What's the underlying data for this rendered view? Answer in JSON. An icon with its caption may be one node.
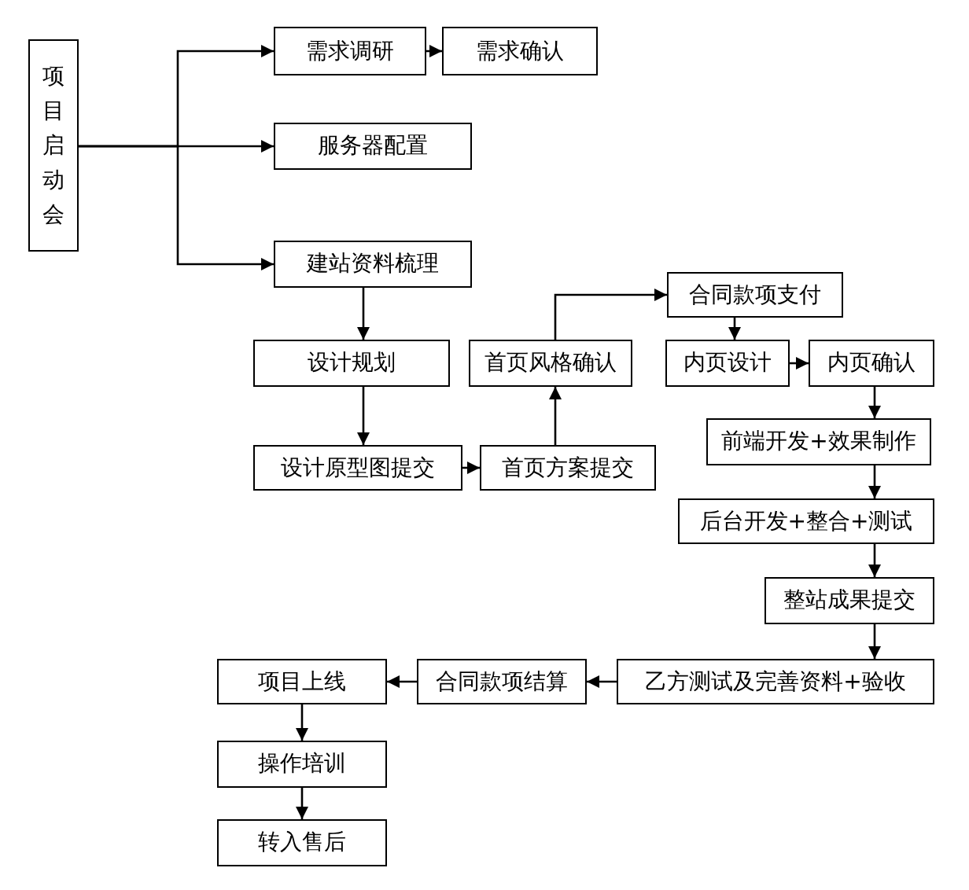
{
  "diagram": {
    "nodes": [
      {
        "text": [
          "项目启动会"
        ]
      },
      {
        "text": [
          "需求调研"
        ]
      },
      {
        "text": [
          "需求确认"
        ]
      },
      {
        "text": [
          "服务器配置"
        ]
      },
      {
        "text": [
          "建站资料梳理"
        ]
      },
      {
        "text": [
          "设计规划"
        ]
      },
      {
        "text": [
          "设计原型图提交"
        ]
      },
      {
        "text": [
          "首页方案提交"
        ]
      },
      {
        "text": [
          "首页风格确认"
        ]
      },
      {
        "text": [
          "合同款项支付"
        ]
      },
      {
        "text": [
          "内页设计"
        ]
      },
      {
        "text": [
          "内页确认"
        ]
      },
      {
        "text": [
          "前端开发+效果制作"
        ]
      },
      {
        "text": [
          "后台开发+整合+测试"
        ]
      },
      {
        "text": [
          "整站成果提交"
        ]
      },
      {
        "text": [
          "乙方测试及完善资料+验收"
        ]
      },
      {
        "text": [
          "合同款项结算"
        ]
      },
      {
        "text": [
          "项目上线"
        ]
      },
      {
        "text": [
          "操作培训"
        ]
      },
      {
        "text": [
          "转入售后"
        ]
      }
    ],
    "edges": [
      {
        "from": 0,
        "to": 1,
        "arrow": "to"
      },
      {
        "from": 0,
        "to": 3,
        "arrow": "to"
      },
      {
        "from": 0,
        "to": 4,
        "arrow": "to"
      },
      {
        "from": 1,
        "to": 2,
        "arrow": "to"
      },
      {
        "from": 4,
        "to": 5,
        "arrow": "to"
      },
      {
        "from": 5,
        "to": 6,
        "arrow": "to"
      },
      {
        "from": 6,
        "to": 7,
        "arrow": "to"
      },
      {
        "from": 7,
        "to": 8,
        "arrow": "to"
      },
      {
        "from": 8,
        "to": 9,
        "arrow": "to"
      },
      {
        "from": 9,
        "to": 10,
        "arrow": "to"
      },
      {
        "from": 10,
        "to": 11,
        "arrow": "to"
      },
      {
        "from": 11,
        "to": 12,
        "arrow": "to"
      },
      {
        "from": 12,
        "to": 13,
        "arrow": "to"
      },
      {
        "from": 13,
        "to": 14,
        "arrow": "to"
      },
      {
        "from": 14,
        "to": 15,
        "arrow": "to"
      },
      {
        "from": 15,
        "to": 16,
        "arrow": "to"
      },
      {
        "from": 16,
        "to": 17,
        "arrow": "to"
      },
      {
        "from": 17,
        "to": 18,
        "arrow": "to"
      },
      {
        "from": 18,
        "to": 19,
        "arrow": "to"
      }
    ]
  }
}
